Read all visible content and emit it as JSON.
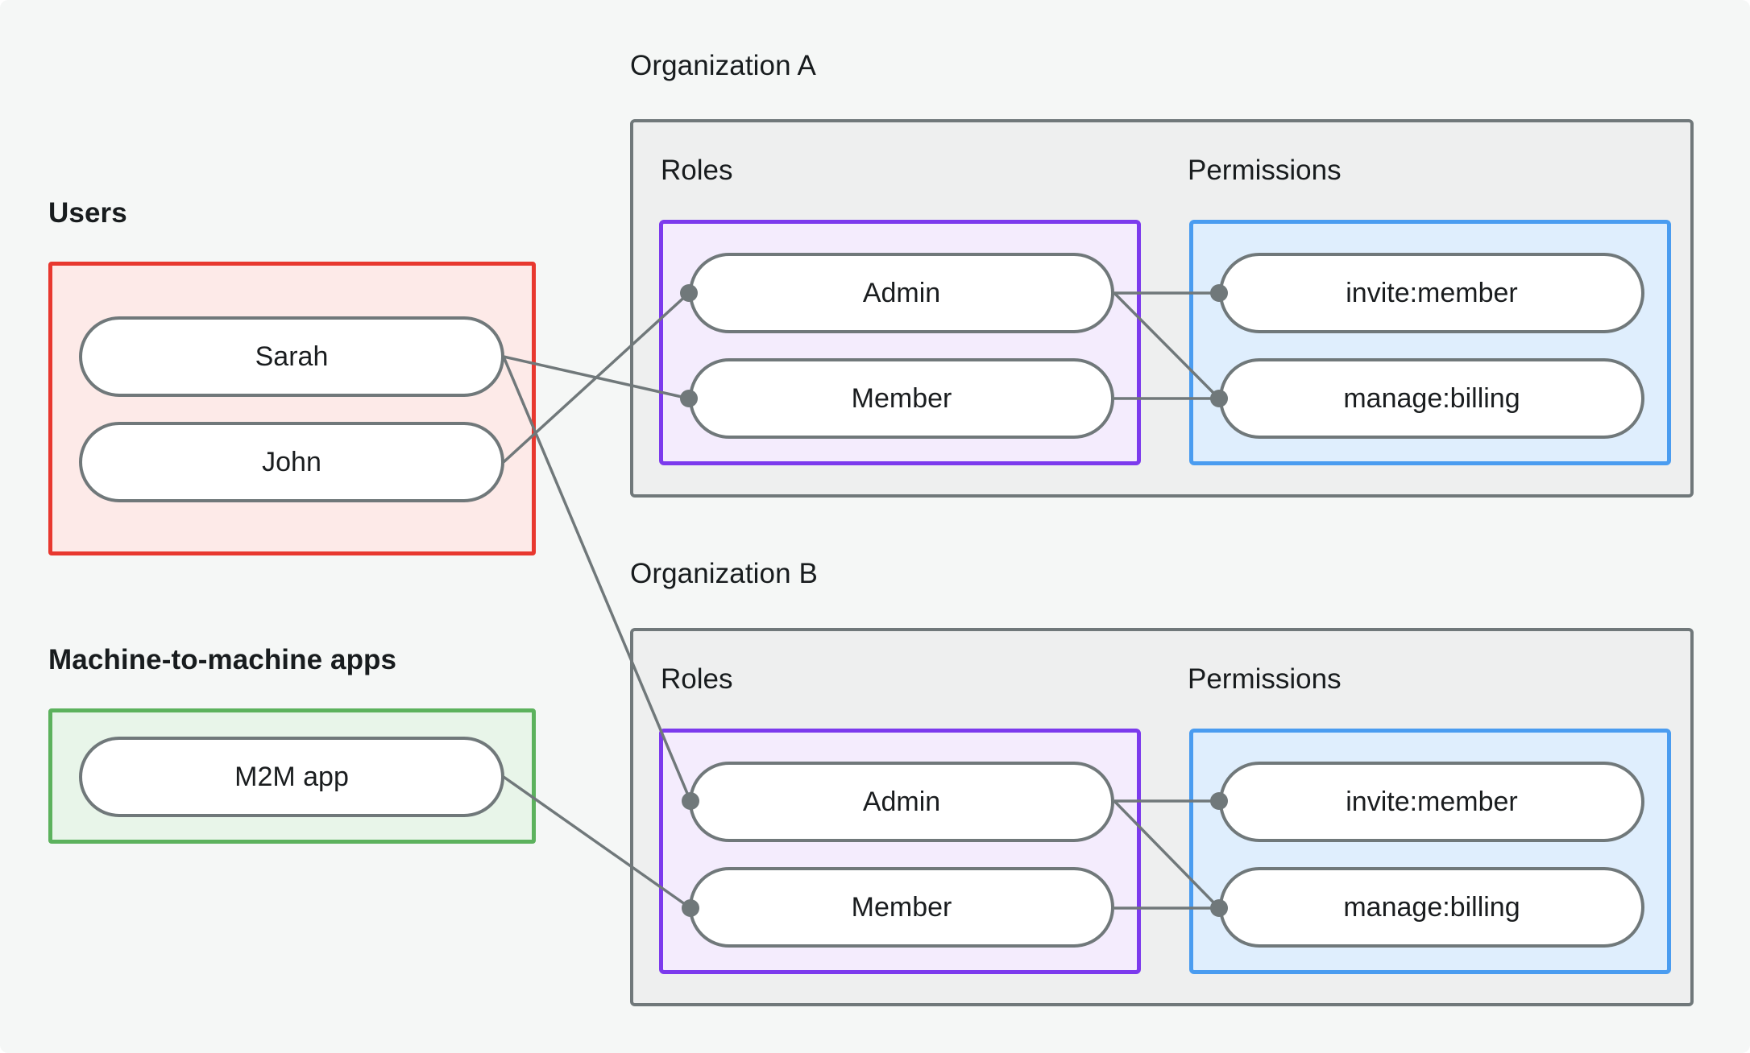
{
  "diagram": {
    "title_users": "Users",
    "title_m2m": "Machine-to-machine apps",
    "title_org_a": "Organization A",
    "title_org_b": "Organization B",
    "label_roles": "Roles",
    "label_permissions": "Permissions",
    "colors": {
      "background": "#f5f7f6",
      "users_border": "#e8382f",
      "users_fill": "#fdeae8",
      "m2m_border": "#5cb25d",
      "m2m_fill": "#e8f5e9",
      "org_border": "#70787a",
      "org_fill": "#eeefef",
      "roles_border": "#7c3aed",
      "roles_fill": "#f4ecfd",
      "perms_border": "#4a9cf0",
      "perms_fill": "#dfeefd",
      "node_border": "#70787a",
      "node_fill": "#ffffff",
      "edge": "#70787a",
      "text": "#181c1e"
    },
    "users": [
      {
        "id": "sarah",
        "label": "Sarah"
      },
      {
        "id": "john",
        "label": "John"
      }
    ],
    "m2m_apps": [
      {
        "id": "m2m",
        "label": "M2M app"
      }
    ],
    "organizations": [
      {
        "id": "org-a",
        "name": "Organization A",
        "roles": [
          {
            "id": "a-admin",
            "label": "Admin"
          },
          {
            "id": "a-member",
            "label": "Member"
          }
        ],
        "permissions": [
          {
            "id": "a-invite",
            "label": "invite:member"
          },
          {
            "id": "a-billing",
            "label": "manage:billing"
          }
        ]
      },
      {
        "id": "org-b",
        "name": "Organization B",
        "roles": [
          {
            "id": "b-admin",
            "label": "Admin"
          },
          {
            "id": "b-member",
            "label": "Member"
          }
        ],
        "permissions": [
          {
            "id": "b-invite",
            "label": "invite:member"
          },
          {
            "id": "b-billing",
            "label": "manage:billing"
          }
        ]
      }
    ],
    "edges": [
      {
        "from": "sarah",
        "to": "a-member"
      },
      {
        "from": "sarah",
        "to": "b-admin"
      },
      {
        "from": "john",
        "to": "a-admin"
      },
      {
        "from": "m2m",
        "to": "b-member"
      },
      {
        "from": "a-admin",
        "to": "a-invite"
      },
      {
        "from": "a-admin",
        "to": "a-billing"
      },
      {
        "from": "a-member",
        "to": "a-billing"
      },
      {
        "from": "b-admin",
        "to": "b-invite"
      },
      {
        "from": "b-admin",
        "to": "b-billing"
      },
      {
        "from": "b-member",
        "to": "b-billing"
      }
    ]
  }
}
